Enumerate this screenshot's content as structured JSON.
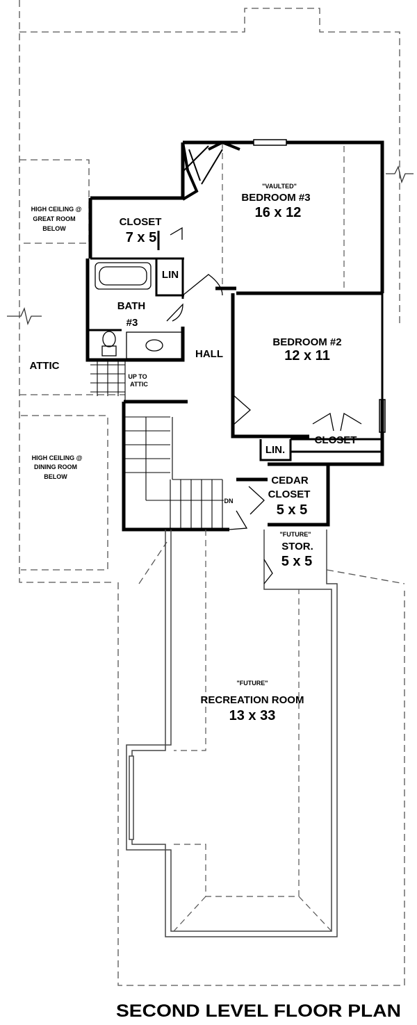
{
  "title": "SECOND LEVEL FLOOR PLAN",
  "rooms": {
    "bedroom3": {
      "note": "\"VAULTED\"",
      "name": "BEDROOM #3",
      "size": "16 x 12"
    },
    "closet_main": {
      "name": "CLOSET",
      "size": "7 x 5"
    },
    "lin_upper": {
      "name": "LIN"
    },
    "bath": {
      "name": "BATH",
      "number": "#3"
    },
    "bedroom2": {
      "name": "BEDROOM #2",
      "size": "12 x 11"
    },
    "hall": {
      "name": "HALL"
    },
    "attic": {
      "name": "ATTIC"
    },
    "up_to_attic": {
      "line1": "UP TO",
      "line2": "ATTIC"
    },
    "closet_b2": {
      "name": "CLOSET"
    },
    "lin_lower": {
      "name": "LIN."
    },
    "cedar_closet": {
      "line1": "CEDAR",
      "line2": "CLOSET",
      "size": "5 x 5"
    },
    "stor": {
      "note": "\"FUTURE\"",
      "name": "STOR.",
      "size": "5 x 5"
    },
    "recreation": {
      "note": "\"FUTURE\"",
      "name": "RECREATION ROOM",
      "size": "13 x 33"
    },
    "dn": {
      "name": "DN"
    }
  },
  "notes": {
    "great_room": {
      "line1": "HIGH CEILING @",
      "line2": "GREAT ROOM",
      "line3": "BELOW"
    },
    "dining_room": {
      "line1": "HIGH CEILING @",
      "line2": "DINING ROOM",
      "line3": "BELOW"
    }
  }
}
